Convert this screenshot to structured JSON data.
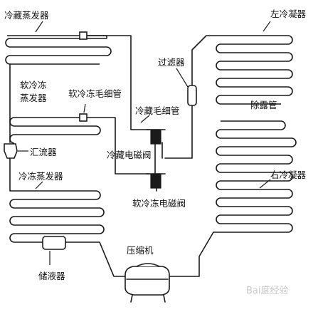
{
  "labels": {
    "freezer_evap_top": "冷藏蒸发器",
    "soft_freeze_evap_line1": "软冷冻",
    "soft_freeze_evap_line2": "蒸发器",
    "soft_freeze_capillary": "软冷冻毛细管",
    "accumulator": "汇流器",
    "freeze_evap": "冷冻蒸发器",
    "receiver": "储液器",
    "compressor": "压缩机",
    "filter": "过滤器",
    "fridge_capillary": "冷藏毛细管",
    "fridge_valve": "冷藏电磁阀",
    "soft_freeze_valve": "软冷冻电磁阀",
    "left_condenser": "左冷凝器",
    "anti_dew_pipe": "除露管",
    "right_condenser": "右冷凝器",
    "watermark": "Bai度经验"
  }
}
